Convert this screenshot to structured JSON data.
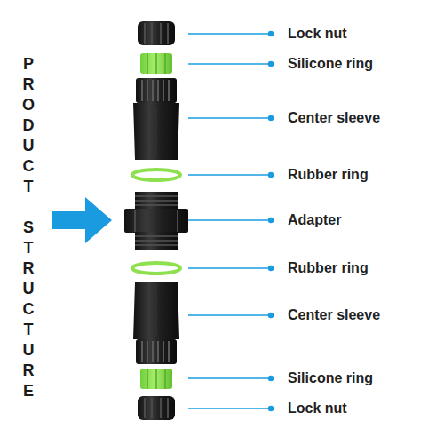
{
  "diagram": {
    "title": "PRODUCT STRUCTURE",
    "labels": [
      "Lock nut",
      "Silicone ring",
      "Center sleeve",
      "Rubber ring",
      "Adapter",
      "Rubber ring",
      "Center sleeve",
      "Silicone ring",
      "Lock nut"
    ]
  }
}
